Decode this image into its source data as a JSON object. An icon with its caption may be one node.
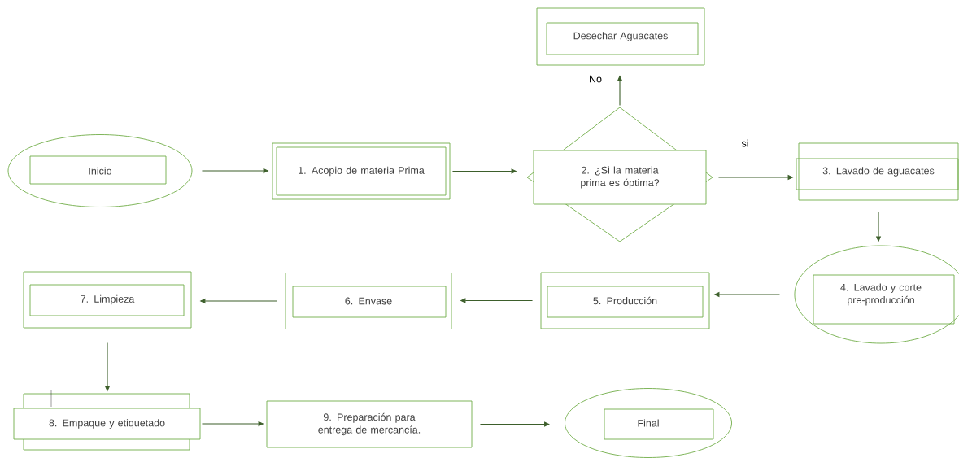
{
  "diagram": {
    "nodes": [
      {
        "text": [
          "Inicio"
        ]
      },
      {
        "text": [
          "1. Acopio de materia Prima"
        ]
      },
      {
        "text": [
          "Desechar Aguacates"
        ]
      },
      {
        "text": [
          "2. ¿Si la materia prima es óptima?"
        ]
      },
      {
        "text": [
          "3. Lavado de aguacates"
        ]
      },
      {
        "text": [
          "4. Lavado y corte pre-producción"
        ]
      },
      {
        "text": [
          "5. Producción"
        ]
      },
      {
        "text": [
          "6. Envase"
        ]
      },
      {
        "text": [
          "7. Limpieza"
        ]
      },
      {
        "text": [
          "8. Empaque y etiquetado"
        ]
      },
      {
        "text": [
          "9. Preparación para entrega de mercancía."
        ]
      },
      {
        "text": [
          "Final"
        ]
      }
    ],
    "edges": [
      {
        "from": 0,
        "to": 1,
        "arrow": "to"
      },
      {
        "from": 1,
        "to": 3,
        "arrow": "to"
      },
      {
        "from": 3,
        "to": 2,
        "arrow": "to",
        "label": "No"
      },
      {
        "from": 3,
        "to": 4,
        "arrow": "to",
        "label": "si"
      },
      {
        "from": 4,
        "to": 5,
        "arrow": "to"
      },
      {
        "from": 5,
        "to": 6,
        "arrow": "to"
      },
      {
        "from": 6,
        "to": 7,
        "arrow": "to"
      },
      {
        "from": 7,
        "to": 8,
        "arrow": "to"
      },
      {
        "from": 8,
        "to": 9,
        "arrow": "to"
      },
      {
        "from": 9,
        "to": 10,
        "arrow": "to"
      },
      {
        "from": 10,
        "to": 11,
        "arrow": "to"
      }
    ]
  }
}
